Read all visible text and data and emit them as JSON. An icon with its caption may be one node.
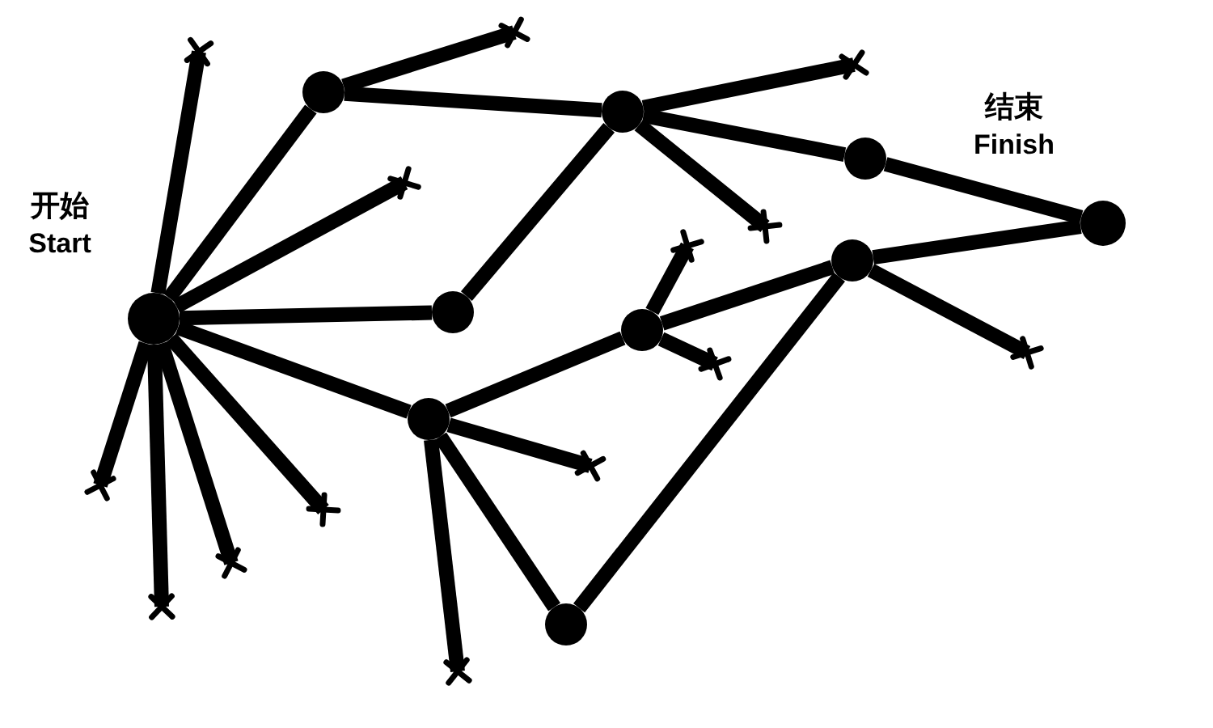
{
  "diagram": {
    "nodes": [
      {
        "text": [
          "开始",
          "Start"
        ]
      },
      {
        "text": [
          "结束",
          "Finish"
        ]
      },
      {
        "text": [],
        "shape": "circle"
      },
      {
        "text": [],
        "shape": "circle"
      },
      {
        "text": [],
        "shape": "circle"
      },
      {
        "text": [],
        "shape": "circle"
      },
      {
        "text": [],
        "shape": "circle"
      },
      {
        "text": [],
        "shape": "circle"
      },
      {
        "text": [],
        "shape": "circle"
      },
      {
        "text": [],
        "shape": "circle"
      },
      {
        "text": [],
        "shape": "cross"
      },
      {
        "text": [],
        "shape": "cross"
      },
      {
        "text": [],
        "shape": "cross"
      },
      {
        "text": [],
        "shape": "cross"
      },
      {
        "text": [],
        "shape": "cross"
      },
      {
        "text": [],
        "shape": "cross"
      },
      {
        "text": [],
        "shape": "cross"
      },
      {
        "text": [],
        "shape": "cross"
      },
      {
        "text": [],
        "shape": "cross"
      },
      {
        "text": [],
        "shape": "cross"
      },
      {
        "text": [],
        "shape": "cross"
      },
      {
        "text": [],
        "shape": "cross"
      },
      {
        "text": [],
        "shape": "cross"
      },
      {
        "text": [],
        "shape": "cross"
      }
    ],
    "edges": [
      {
        "from": 0,
        "to": 2,
        "arrow": "none"
      },
      {
        "from": 2,
        "to": 3,
        "arrow": "none"
      },
      {
        "from": 2,
        "to": 11,
        "arrow": "none"
      },
      {
        "from": 3,
        "to": 12,
        "arrow": "none"
      },
      {
        "from": 3,
        "to": 4,
        "arrow": "none"
      },
      {
        "from": 4,
        "to": 1,
        "arrow": "none"
      },
      {
        "from": 3,
        "to": 14,
        "arrow": "none"
      },
      {
        "from": 3,
        "to": 5,
        "arrow": "none"
      },
      {
        "from": 0,
        "to": 5,
        "arrow": "none"
      },
      {
        "from": 0,
        "to": 10,
        "arrow": "none"
      },
      {
        "from": 0,
        "to": 13,
        "arrow": "none"
      },
      {
        "from": 0,
        "to": 8,
        "arrow": "none"
      },
      {
        "from": 8,
        "to": 6,
        "arrow": "none"
      },
      {
        "from": 6,
        "to": 15,
        "arrow": "none"
      },
      {
        "from": 6,
        "to": 16,
        "arrow": "none"
      },
      {
        "from": 6,
        "to": 7,
        "arrow": "none"
      },
      {
        "from": 7,
        "to": 1,
        "arrow": "none"
      },
      {
        "from": 7,
        "to": 17,
        "arrow": "none"
      },
      {
        "from": 7,
        "to": 9,
        "arrow": "none"
      },
      {
        "from": 8,
        "to": 9,
        "arrow": "none"
      },
      {
        "from": 8,
        "to": 18,
        "arrow": "none"
      },
      {
        "from": 8,
        "to": 23,
        "arrow": "none"
      },
      {
        "from": 0,
        "to": 19,
        "arrow": "none"
      },
      {
        "from": 0,
        "to": 20,
        "arrow": "none"
      },
      {
        "from": 0,
        "to": 21,
        "arrow": "none"
      },
      {
        "from": 0,
        "to": 22,
        "arrow": "none"
      }
    ]
  }
}
